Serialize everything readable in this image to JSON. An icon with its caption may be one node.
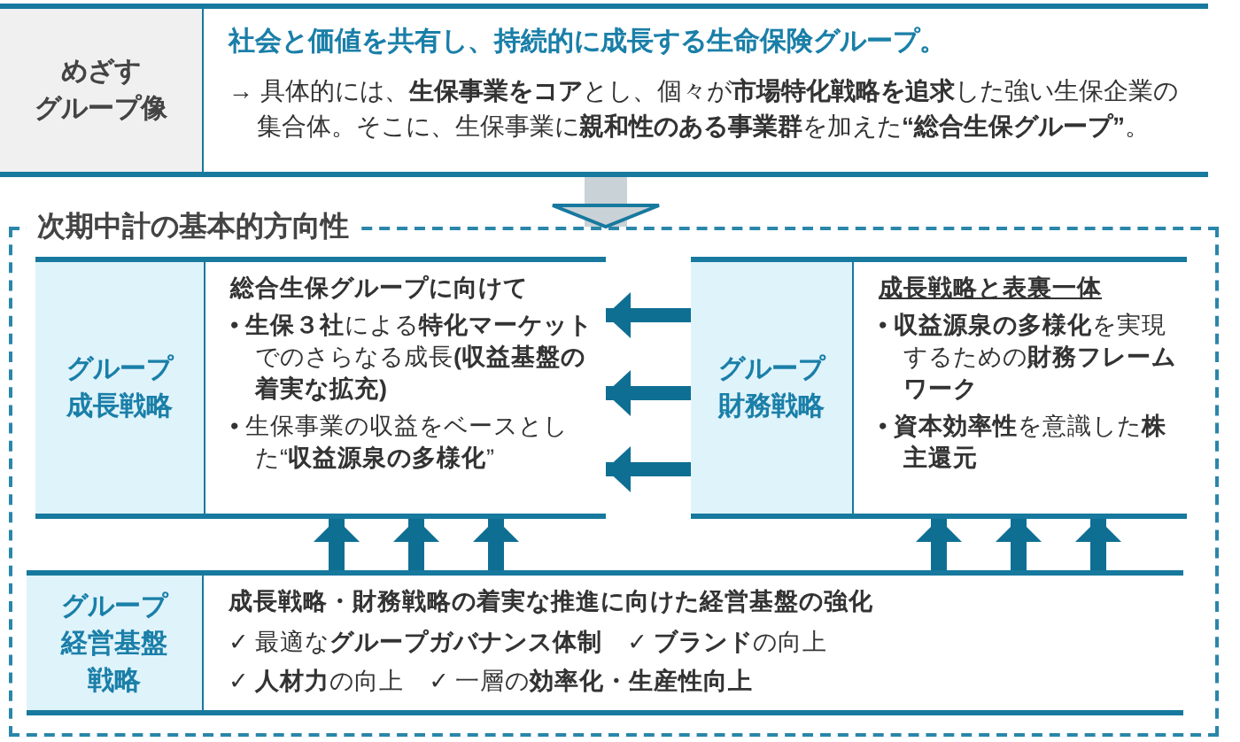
{
  "diagram": {
    "nodes": [
      {
        "text": [
          "めざすグループ像",
          "社会と価値を共有し、持続的に成長する生命保険グループ。",
          "→ 具体的には、**生保事業をコア**とし、個々が**市場特化戦略を追求**した強い生保企業の集合体。そこに、生保事業に**親和性のある事業群**を加えた**“総合生保グループ”**。"
        ]
      },
      {
        "text": [
          "次期中計の基本的方向性"
        ]
      },
      {
        "text": [
          "グループ成長戦略",
          "総合生保グループに向けて",
          "• **生保３社**による**特化マーケット**でのさらなる成長**(収益基盤の着実な拡充)**",
          "• 生保事業の収益をベースとした“**収益源泉の多様化**”"
        ],
        "in": 1
      },
      {
        "text": [
          "グループ財務戦略",
          "成長戦略と表裏一体",
          "• **収益源泉の多様化**を実現するための**財務フレームワーク**",
          "• **資本効率性**を意識した**株主還元**"
        ],
        "in": 1
      },
      {
        "text": [
          "グループ経営基盤戦略",
          "成長戦略・財務戦略の着実な推進に向けた経営基盤の強化",
          "✓ 最適な**グループガバナンス体制**",
          "✓ **ブランド**の向上",
          "✓ **人材力**の向上",
          "✓ 一層の**効率化・生産性向上**"
        ],
        "in": 1
      }
    ],
    "edges": [
      {
        "from": 0,
        "to": 1,
        "arrow": "to",
        "color": "#c9d2d6",
        "style": "thick"
      },
      {
        "from": 3,
        "to": 2,
        "arrow": "to"
      },
      {
        "from": 3,
        "to": 2,
        "arrow": "to"
      },
      {
        "from": 3,
        "to": 2,
        "arrow": "to"
      },
      {
        "from": 4,
        "to": 2,
        "arrow": "to"
      },
      {
        "from": 4,
        "to": 2,
        "arrow": "to"
      },
      {
        "from": 4,
        "to": 2,
        "arrow": "to"
      },
      {
        "from": 4,
        "to": 3,
        "arrow": "to"
      },
      {
        "from": 4,
        "to": 3,
        "arrow": "to"
      },
      {
        "from": 4,
        "to": 3,
        "arrow": "to"
      }
    ]
  }
}
